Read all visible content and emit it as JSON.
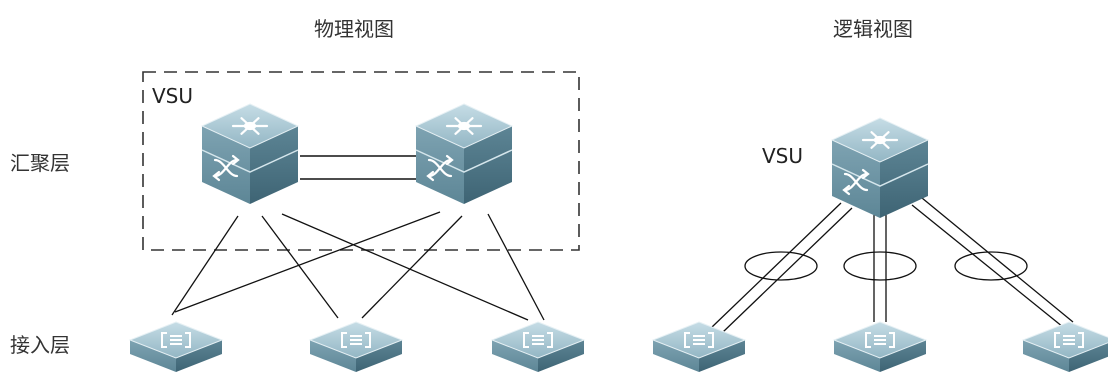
{
  "physical_view": {
    "title": "物理视图",
    "vsu_label": "VSU"
  },
  "logical_view": {
    "title": "逻辑视图",
    "vsu_label": "VSU"
  },
  "layers": {
    "aggregation": "汇聚层",
    "access": "接入层"
  },
  "colors": {
    "device_top": "#a9c7d3",
    "device_front": "#6f96a6",
    "device_side": "#4f7585",
    "icon": "#ffffff",
    "link": "#111111",
    "frame": "#333333"
  }
}
